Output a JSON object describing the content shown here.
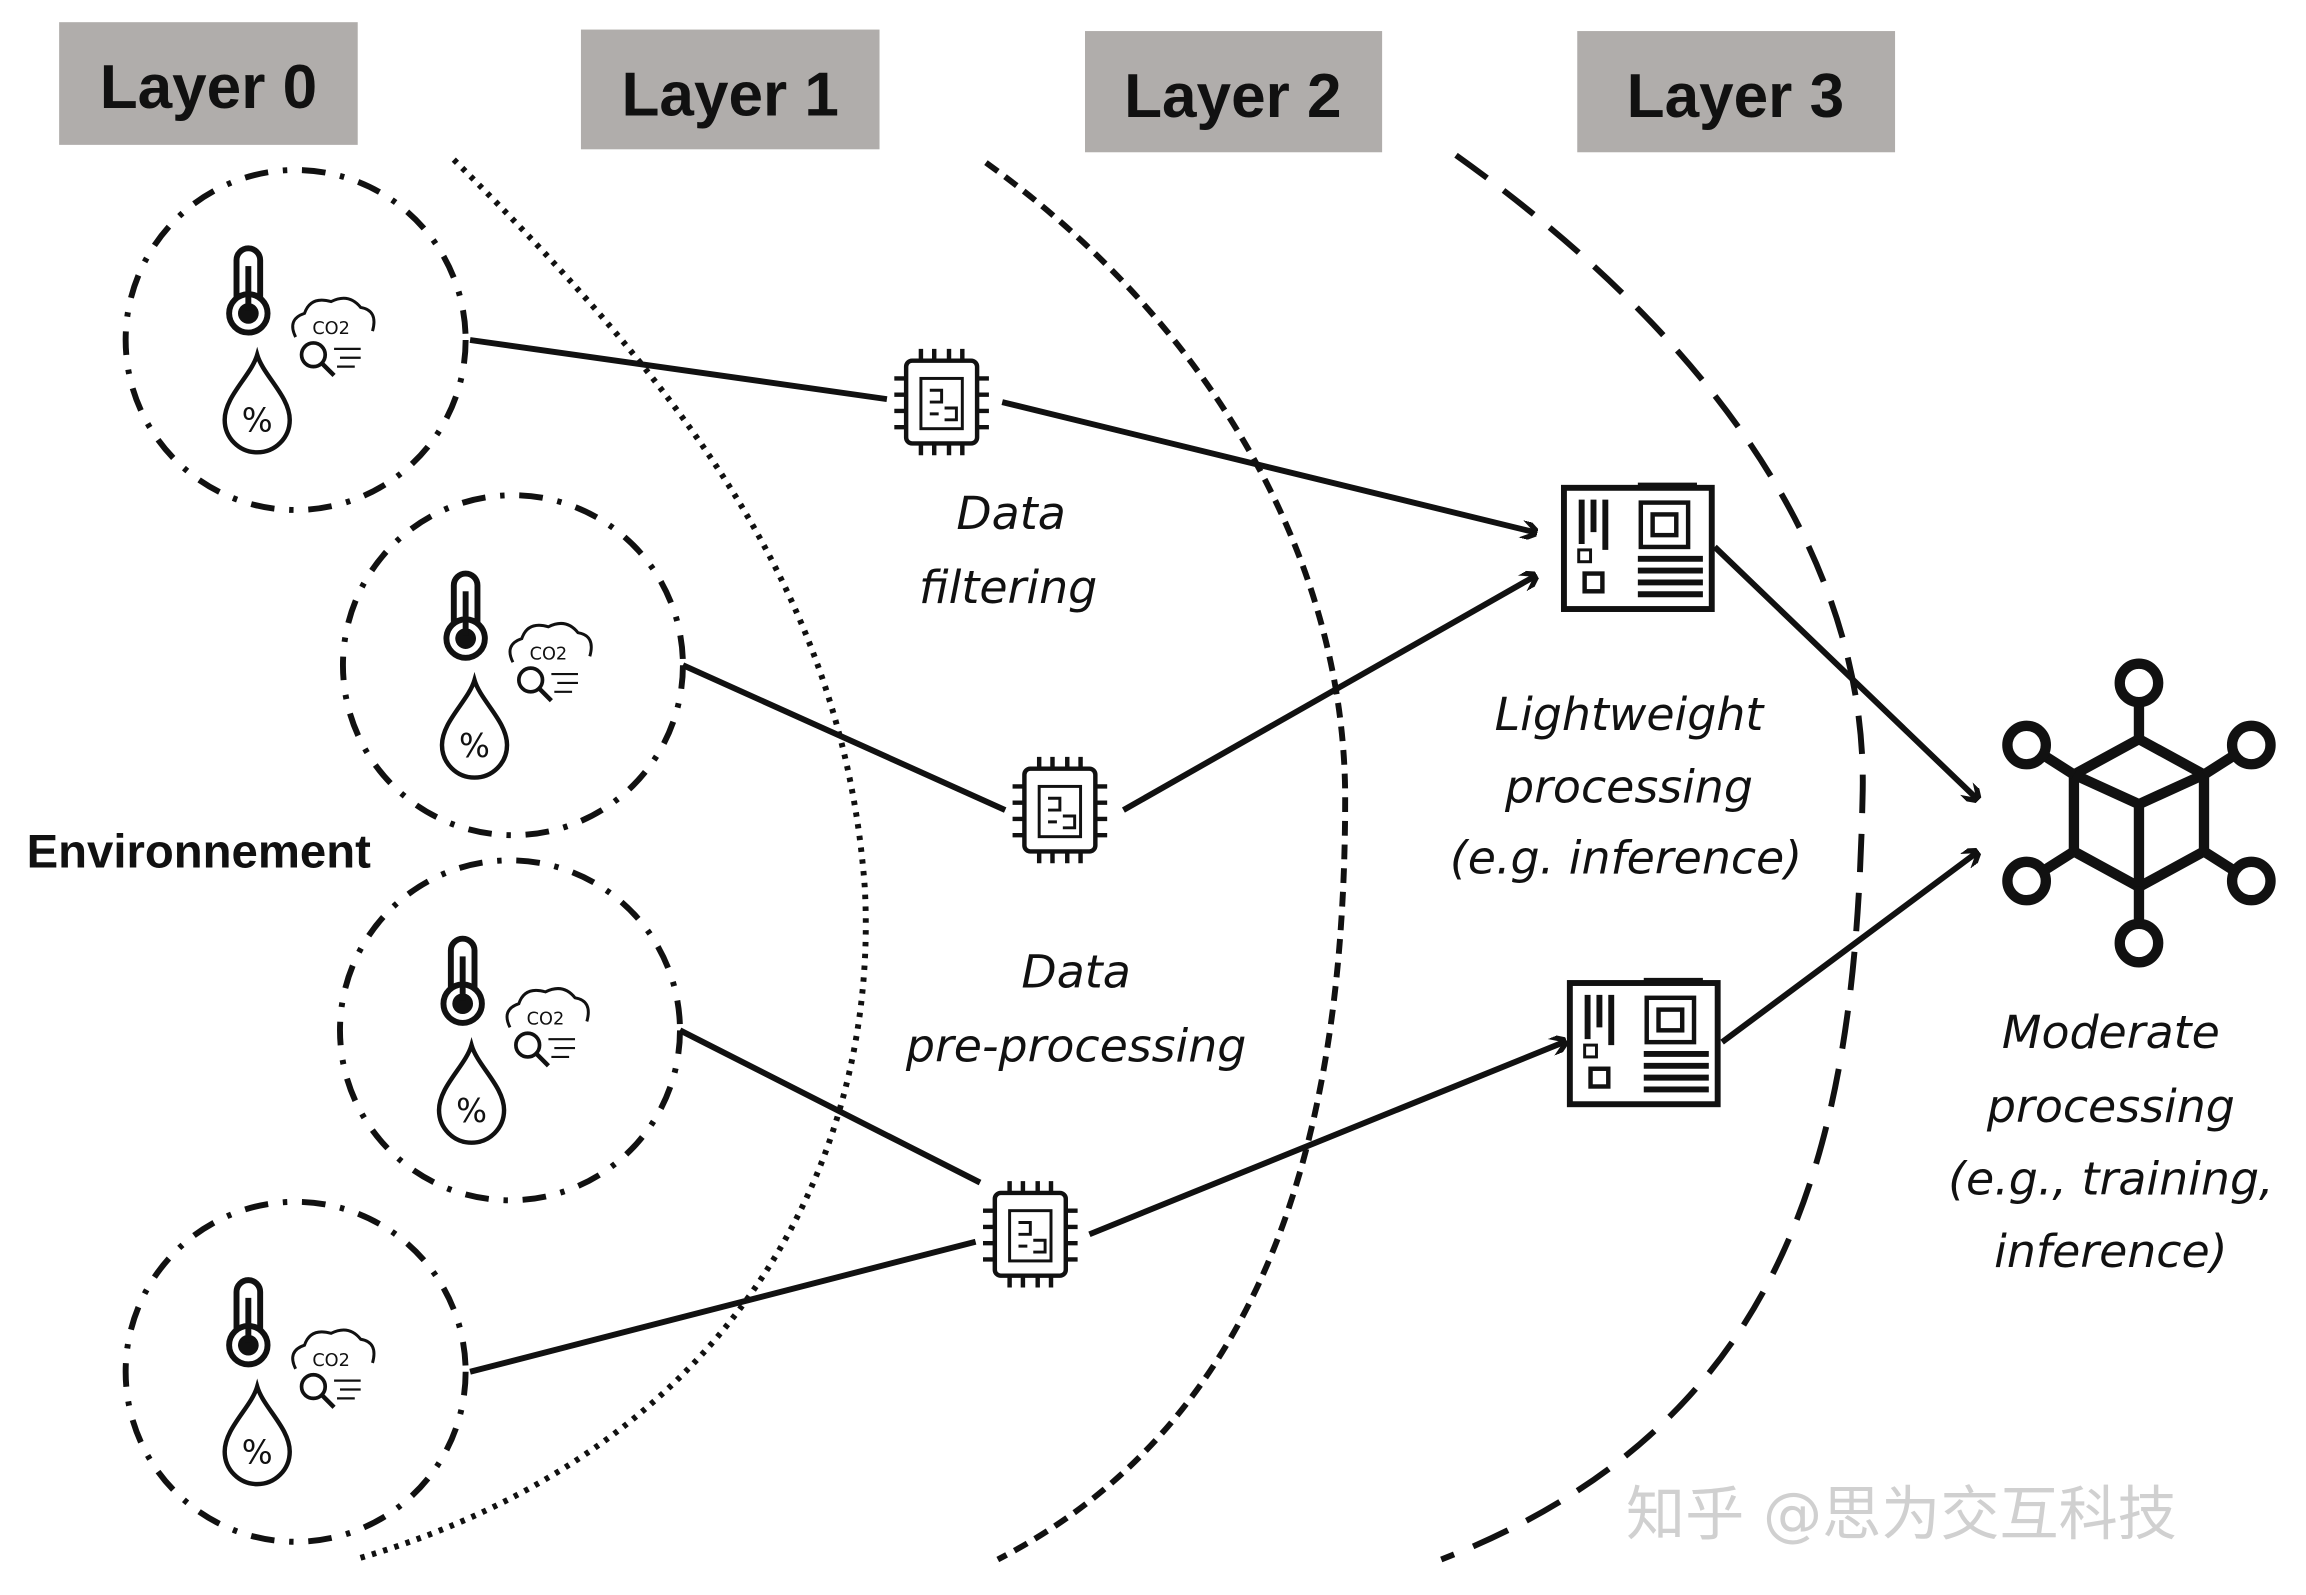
{
  "layers": [
    "Layer 0",
    "Layer 1",
    "Layer 2",
    "Layer 3"
  ],
  "environment_label": "Environnement",
  "sensor_icons": [
    "thermometer-icon",
    "co2-sensor-icon",
    "humidity-drop-icon"
  ],
  "co2_text": "CO2",
  "humidity_text": "%",
  "labels": {
    "filtering": [
      "Data",
      "filtering"
    ],
    "preprocessing": [
      "Data",
      "pre-processing"
    ],
    "lightweight": [
      "Lightweight",
      "processing",
      "(e.g. inference)"
    ],
    "moderate": [
      "Moderate",
      "processing",
      "(e.g., training,",
      "inference)"
    ]
  },
  "watermark": "知乎 @思为交互科技",
  "colors": {
    "layer_box": "#b0adab",
    "ink": "#111111"
  }
}
